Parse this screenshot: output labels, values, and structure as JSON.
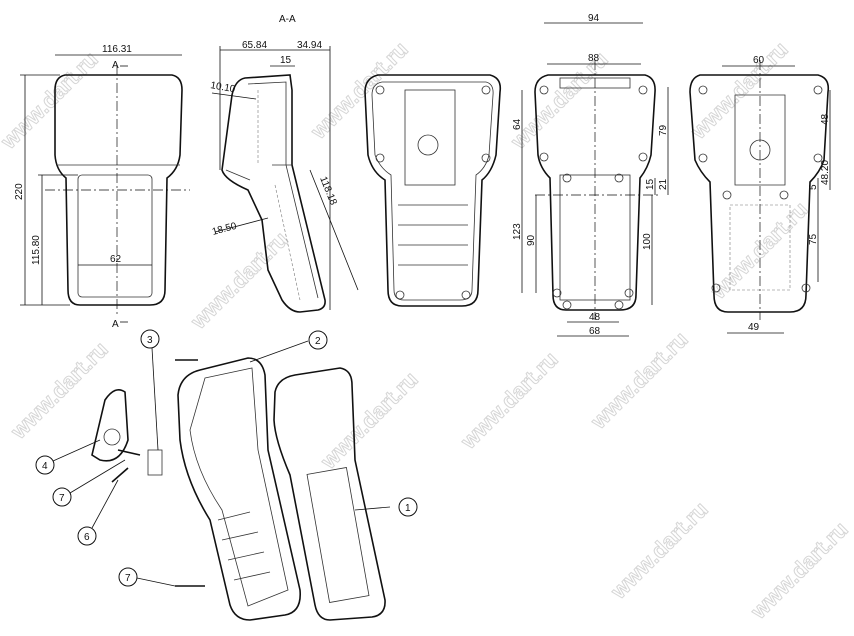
{
  "watermark": "www.dart.ru",
  "section_label": "A-A",
  "section_marker": "A",
  "views": {
    "front": {
      "width": "116.31",
      "height": "220",
      "handle_height": "115.80",
      "window_width": "62"
    },
    "section": {
      "depth_top": "65.84",
      "depth_handle": "34.94",
      "lip": "15",
      "wall": "10.10",
      "grip": "18.50",
      "handle_length": "118.18"
    },
    "inner_front": {
      "outer_width": "94",
      "hole_span": "88",
      "top_holes": "64",
      "top_area": "79",
      "gap": "21",
      "offset": "15",
      "total_holes": "123",
      "window_height": "90",
      "lower_area": "100",
      "bottom_holes": "48",
      "bottom_width": "68"
    },
    "rear": {
      "top_span": "60",
      "upper_holes": "48",
      "middle": "48.20",
      "step": "5",
      "lower_holes": "75",
      "bottom_span": "49"
    }
  },
  "callouts": [
    "1",
    "2",
    "3",
    "4",
    "7",
    "6",
    "7"
  ]
}
